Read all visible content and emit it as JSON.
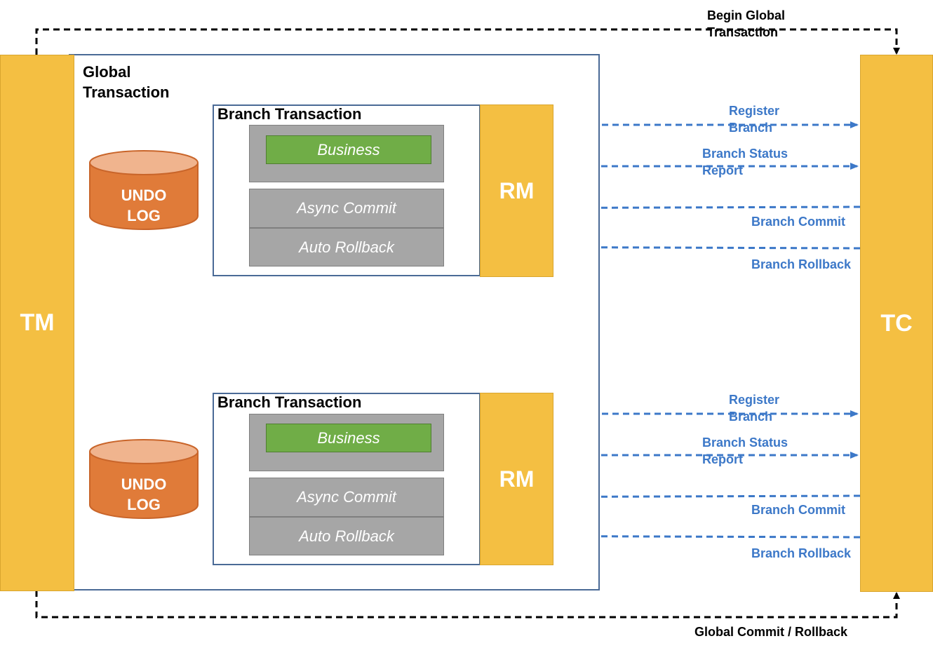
{
  "tm": {
    "label": "TM"
  },
  "tc": {
    "label": "TC"
  },
  "global_transaction": {
    "title_line1": "Global",
    "title_line2": "Transaction"
  },
  "flows": {
    "begin_line1": "Begin Global",
    "begin_line2": "Transaction",
    "end": "Global Commit / Rollback"
  },
  "branches": [
    {
      "title": "Branch Transaction",
      "business": "Business",
      "async_commit": "Async Commit",
      "auto_rollback": "Auto Rollback",
      "rm": "RM",
      "undo_line1": "UNDO",
      "undo_line2": "LOG",
      "register_line1": "Register",
      "register_line2": "Branch",
      "status_line1": "Branch Status",
      "status_line2": "Report",
      "commit": "Branch Commit",
      "rollback": "Branch Rollback"
    },
    {
      "title": "Branch Transaction",
      "business": "Business",
      "async_commit": "Async Commit",
      "auto_rollback": "Auto Rollback",
      "rm": "RM",
      "undo_line1": "UNDO",
      "undo_line2": "LOG",
      "register_line1": "Register",
      "register_line2": "Branch",
      "status_line1": "Branch Status",
      "status_line2": "Report",
      "commit": "Branch Commit",
      "rollback": "Branch Rollback"
    }
  ],
  "colors": {
    "pillar": "#F4BF42",
    "business": "#70AD47",
    "grey_box": "#A6A6A6",
    "undo_log": "#E07B39",
    "blue_arrow": "#3C78C8",
    "frame": "#4A6A96"
  }
}
